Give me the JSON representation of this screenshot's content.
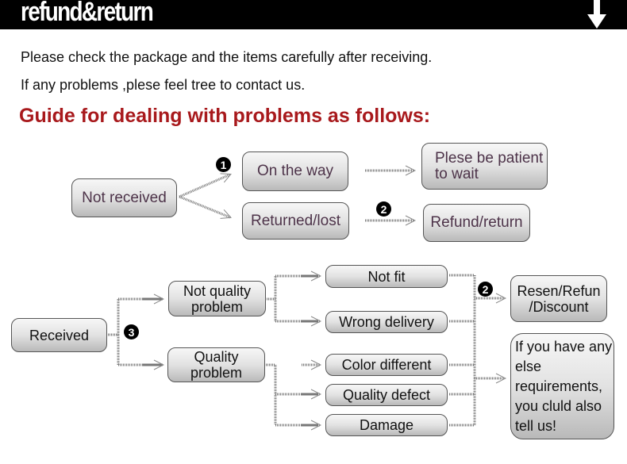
{
  "header": {
    "title": "refund&return",
    "icon": "down-arrow-icon"
  },
  "intro": {
    "line1": "Please check the package and the items carefully after receiving.",
    "line2": "If any problems ,plese feel tree to contact us."
  },
  "guide_title": "Guide for dealing with problems as follows:",
  "colors": {
    "title_red": "#a8191c",
    "banner": "#000000",
    "top_text": "#4d3349"
  },
  "not_received": {
    "label": "Not received",
    "on_the_way": "On the way",
    "returned_lost": "Returned/lost",
    "wait": "Plese be patient to wait",
    "refund_return": "Refund/return",
    "badge1": "1",
    "badge2": "2"
  },
  "received": {
    "label": "Received",
    "badge3": "3",
    "not_quality": "Not quality problem",
    "quality": "Quality problem",
    "not_fit": "Not fit",
    "wrong_delivery": "Wrong delivery",
    "color_different": "Color different",
    "quality_defect": "Quality defect",
    "damage": "Damage",
    "badge2": "2",
    "resend": "Resen/Refun /Discount",
    "other": "If you have any else requirements, you cluld also tell us!"
  }
}
